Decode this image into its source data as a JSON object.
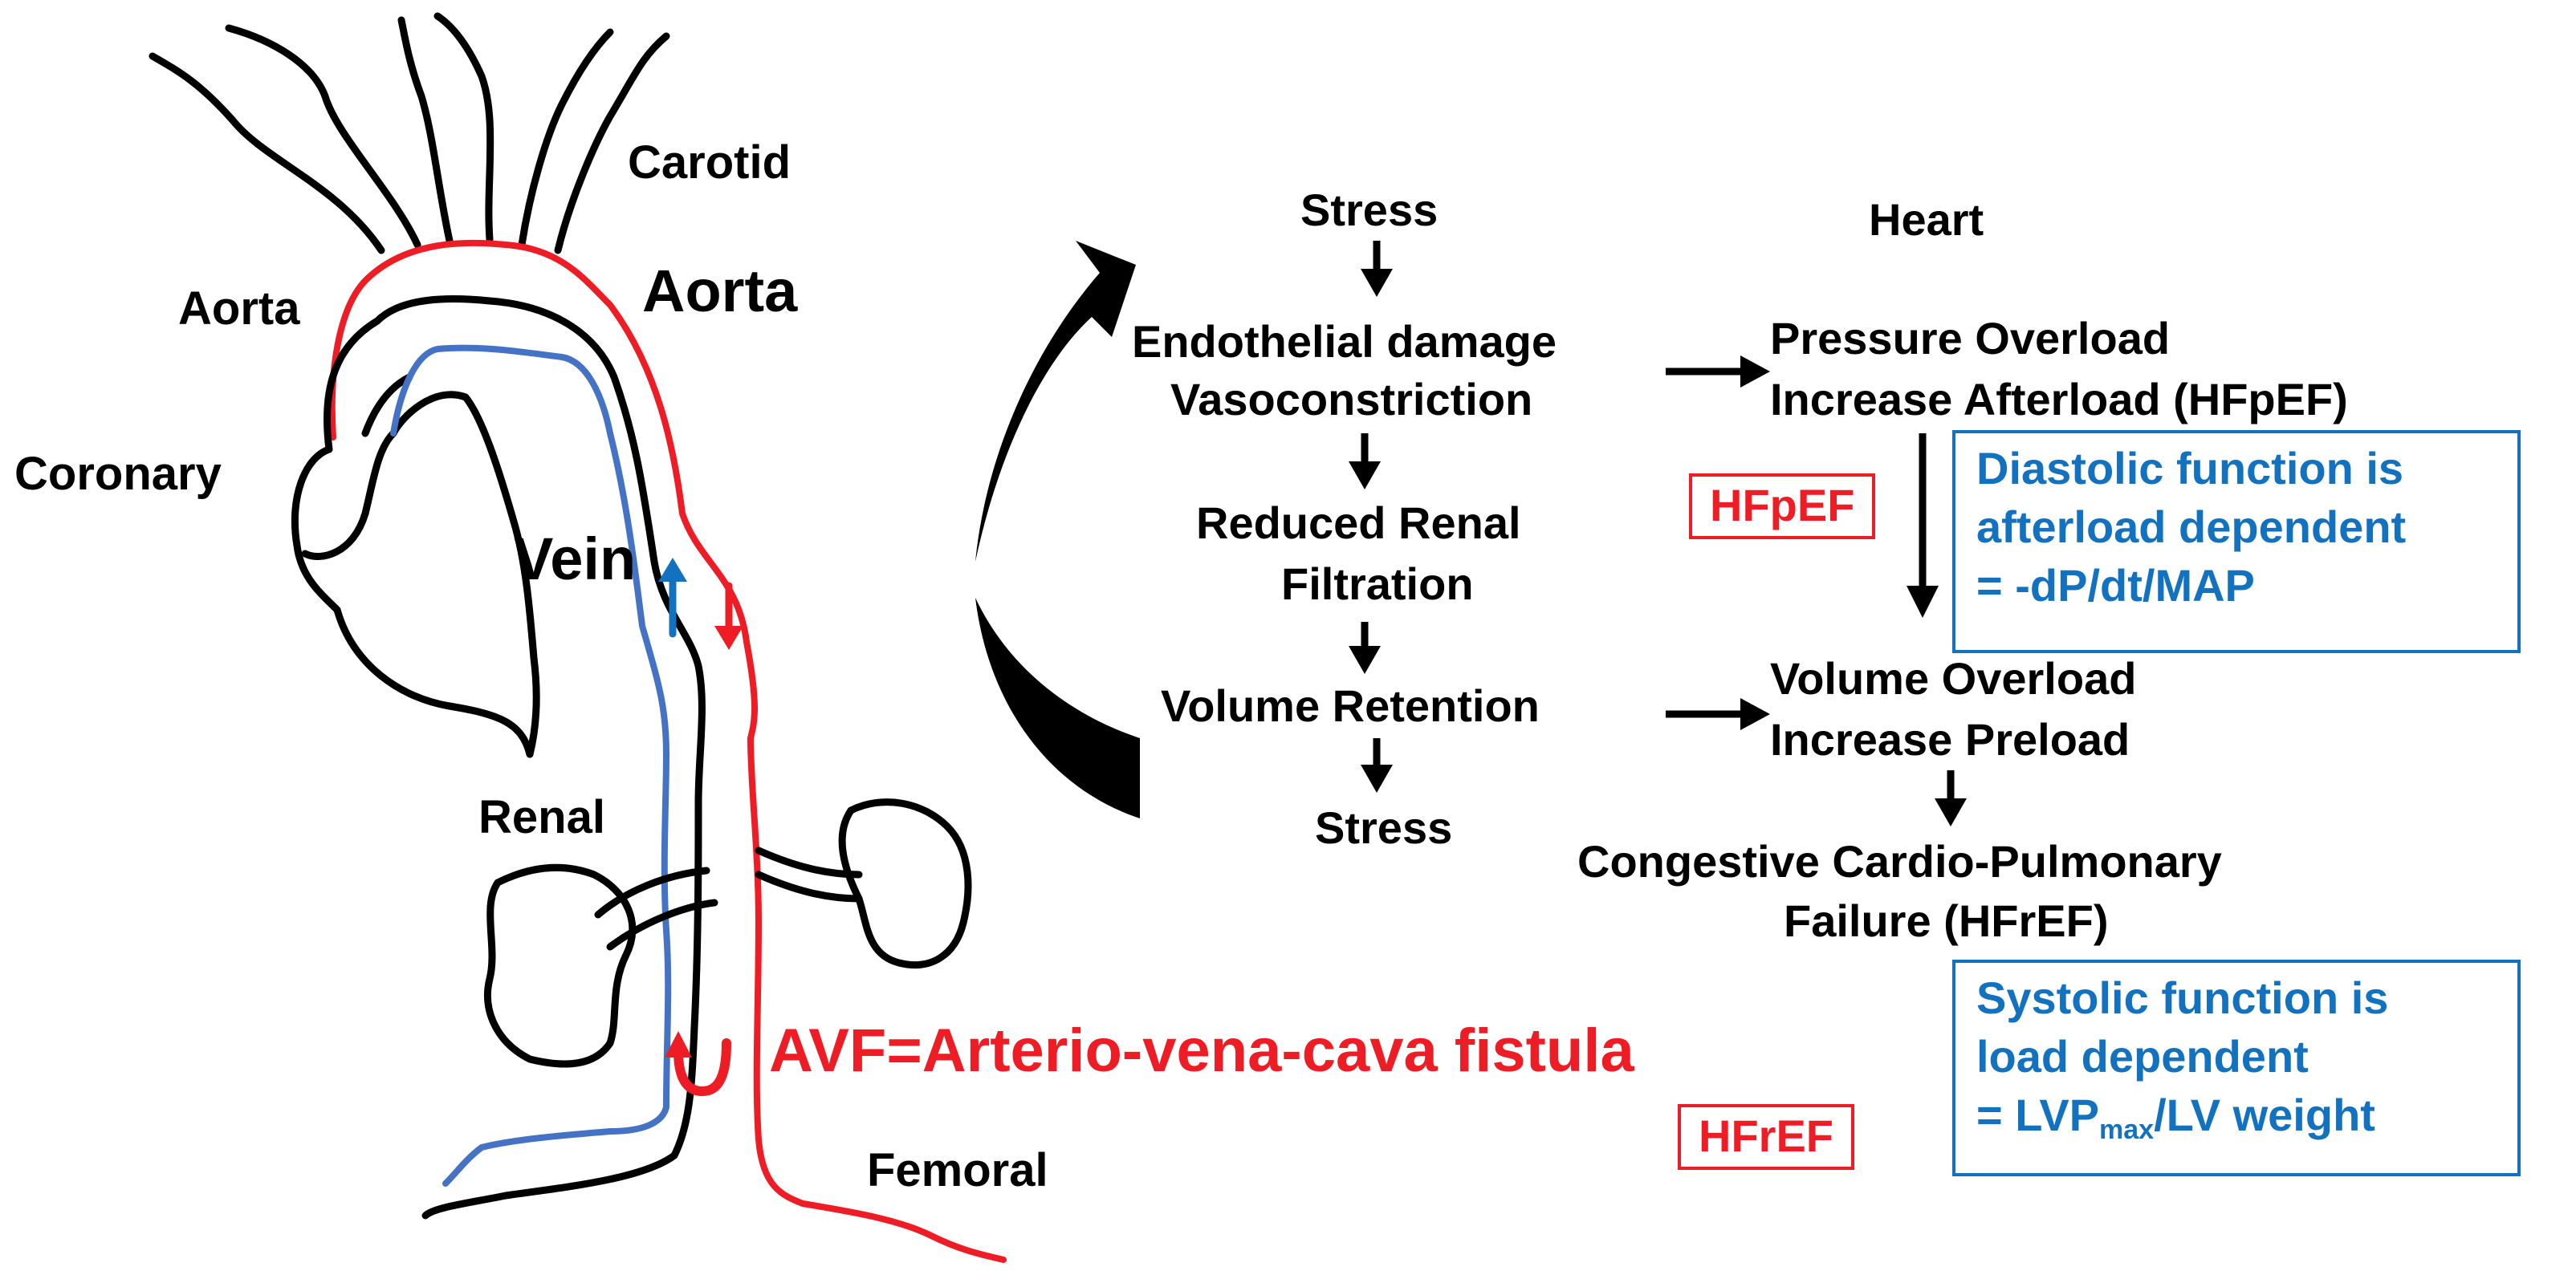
{
  "colors": {
    "artery": "#ee1c24",
    "vein": "#4472c4",
    "outline": "#000000",
    "note_blue": "#1372bf"
  },
  "anatomy": {
    "carotid": "Carotid",
    "aorta_left": "Aorta",
    "aorta_right": "Aorta",
    "coronary": "Coronary",
    "vein": "Vein",
    "renal": "Renal",
    "femoral": "Femoral",
    "avf": "AVF=Arterio-vena-cava fistula"
  },
  "flow": {
    "stress_top": "Stress",
    "endothelial": "Endothelial damage",
    "vasoconstriction": "Vasoconstriction",
    "renal_1": "Reduced Renal",
    "renal_2": "Filtration",
    "volume_retention": "Volume Retention",
    "stress_bottom": "Stress"
  },
  "heart": {
    "title": "Heart",
    "pressure_1": "Pressure Overload",
    "pressure_2": "Increase Afterload (HFpEF)",
    "volume_1": "Volume Overload",
    "volume_2": "Increase Preload",
    "ccpf_1": "Congestive Cardio-Pulmonary",
    "ccpf_2": "Failure (HFrEF)"
  },
  "tags": {
    "hfpef": "HFpEF",
    "hfref": "HFrEF"
  },
  "notes": {
    "diastolic_1": "Diastolic function is",
    "diastolic_2": "afterload dependent",
    "diastolic_3": " = -dP/dt/MAP",
    "systolic_1": "Systolic function is",
    "systolic_2": "load dependent",
    "systolic_3_prefix": " = LVP",
    "systolic_3_sub": "max",
    "systolic_3_suffix": "/LV weight"
  }
}
